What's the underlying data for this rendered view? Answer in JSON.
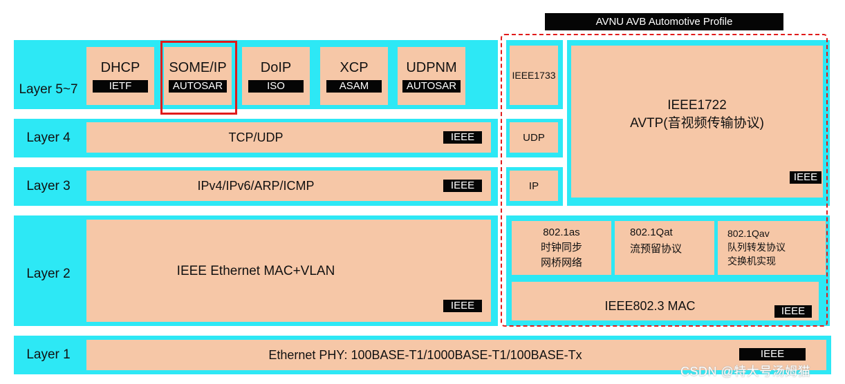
{
  "avb": {
    "title": "AVNU AVB Automotive Profile"
  },
  "layers": {
    "l57": "Layer 5~7",
    "l4": "Layer 4",
    "l3": "Layer 3",
    "l2": "Layer 2",
    "l1": "Layer 1"
  },
  "protocols": [
    {
      "name": "DHCP",
      "org": "IETF"
    },
    {
      "name": "SOME/IP",
      "org": "AUTOSAR"
    },
    {
      "name": "DoIP",
      "org": "ISO"
    },
    {
      "name": "XCP",
      "org": "ASAM"
    },
    {
      "name": "UDPNM",
      "org": "AUTOSAR"
    }
  ],
  "tcp_udp": {
    "name": "TCP/UDP",
    "org": "IEEE"
  },
  "ip": {
    "name": "IPv4/IPv6/ARP/ICMP",
    "org": "IEEE"
  },
  "mac": {
    "name": "IEEE Ethernet MAC+VLAN",
    "org": "IEEE"
  },
  "phy": {
    "name": "Ethernet PHY: 100BASE-T1/1000BASE-T1/100BASE-Tx",
    "org": "IEEE"
  },
  "avb_stack": {
    "ieee1733": "IEEE1733",
    "udp": "UDP",
    "ip": "IP",
    "avtp_line1": "IEEE1722",
    "avtp_line2": "AVTP(音视频传输协议)",
    "avtp_org": "IEEE",
    "as": {
      "line1": "802.1as",
      "line2": "时钟同步",
      "line3": "网桥网络"
    },
    "qat": {
      "line1": "802.1Qat",
      "line2": "流预留协议"
    },
    "qav": {
      "line1": "802.1Qav",
      "line2": "队列转发协议",
      "line3": "交换机实现"
    },
    "mac8023": "IEEE802.3 MAC",
    "mac8023_org": "IEEE"
  },
  "watermark": "CSDN @特大号汤姆猫",
  "colors": {
    "cyan": "#2de8f5",
    "peach": "#f6c7a7",
    "highlight": "#e11b1b",
    "tag": "#050505"
  }
}
